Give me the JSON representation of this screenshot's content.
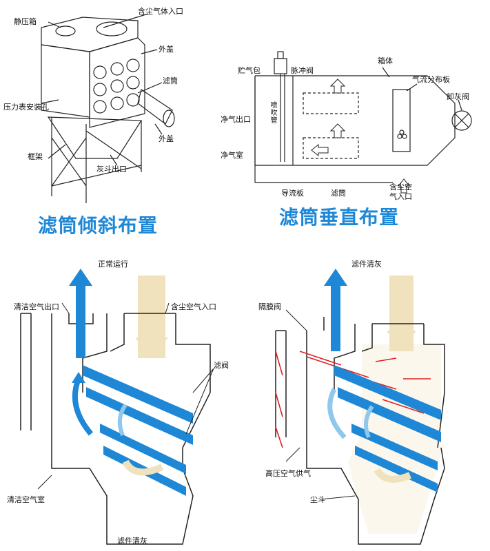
{
  "captions": {
    "tilted": "滤筒倾斜布置",
    "vertical": "滤筒垂直布置"
  },
  "tilted_diagram": {
    "labels": {
      "static_box": "静压箱",
      "dusty_inlet": "含尘气体入口",
      "cover": "外盖",
      "filter": "滤筒",
      "gauge_hole": "压力表安装孔",
      "outer_cover": "外盖",
      "frame": "框架",
      "ash_outlet": "灰斗出口"
    }
  },
  "vertical_diagram": {
    "labels": {
      "gas_bag": "贮气包",
      "pulse_valve": "脉冲阀",
      "casing": "箱体",
      "flow_plate": "气流分布板",
      "ash_valve": "卸灰阀",
      "clean_outlet": "净气出口",
      "blow_pipe": "喷吹管",
      "clean_room": "净气室",
      "guide_plate": "导流板",
      "filter": "滤筒",
      "dusty_inlet_1": "含尘空",
      "dusty_inlet_2": "气入口"
    }
  },
  "normal_operation": {
    "title": "正常运行",
    "labels": {
      "clean_outlet": "清洁空气出口",
      "dusty_inlet": "含尘空气入口",
      "filter_valve": "滤阀",
      "clean_room": "清洁空气室",
      "cleaning": "滤件清灰"
    }
  },
  "cleaning": {
    "title": "滤件清灰",
    "labels": {
      "diaphragm_valve": "隔膜阀",
      "high_pressure": "高压空气供气",
      "hopper": "尘斗"
    }
  },
  "colors": {
    "accent_blue": "#1e88d6",
    "light_blue": "#8fc8ec",
    "dust": "#e0cfa0",
    "red": "#e02020"
  }
}
